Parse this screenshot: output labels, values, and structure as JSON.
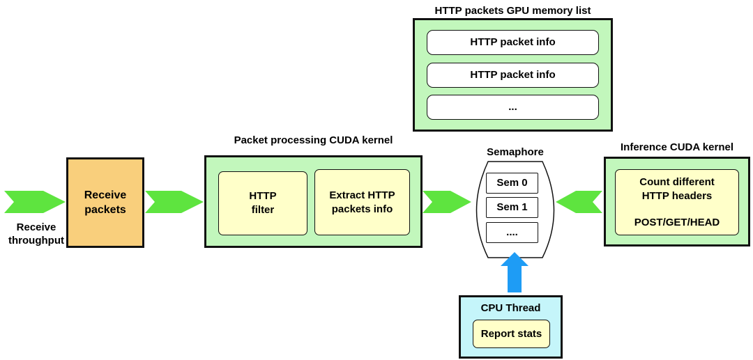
{
  "labels": {
    "receive_throughput": "Receive\nthroughput",
    "gpu_memory_list_title": "HTTP packets GPU memory list",
    "packet_processing_title": "Packet processing CUDA kernel",
    "semaphore_title": "Semaphore",
    "inference_title": "Inference CUDA kernel"
  },
  "receive_box": {
    "label": "Receive\npackets"
  },
  "memory_list": {
    "items": [
      "HTTP packet info",
      "HTTP packet info",
      "..."
    ]
  },
  "packet_processing": {
    "filter": "HTTP\nfilter",
    "extract": "Extract HTTP\npackets info"
  },
  "semaphore": {
    "items": [
      "Sem 0",
      "Sem 1",
      "...."
    ]
  },
  "inference": {
    "line1": "Count different\nHTTP headers",
    "line2": "POST/GET/HEAD"
  },
  "cpu_thread": {
    "title": "CPU Thread",
    "report": "Report stats"
  },
  "colors": {
    "green_box": "#c2f7bc",
    "yellow_box": "#ffffc9",
    "orange_box": "#f9cf7c",
    "cyan_box": "#c5f5fa",
    "green_arrow": "#5ee43f",
    "blue_arrow": "#1e9cf5"
  }
}
